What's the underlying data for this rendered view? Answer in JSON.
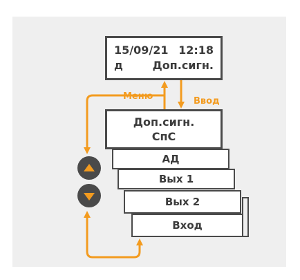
{
  "display": {
    "date": "15/09/21",
    "time": "12:18",
    "mode": "д",
    "screen": "Доп.сигн."
  },
  "labels": {
    "menu": "Меню",
    "enter": "Ввод"
  },
  "menu_items": {
    "main_line1": "Доп.сигн.",
    "main_line2": "СпС",
    "item2": "АД",
    "item3": "Вых 1",
    "item4": "Вых 2",
    "item5": "Вход"
  },
  "colors": {
    "accent": "#f39b1f",
    "frame": "#4a4a4a",
    "panel": "#efefef"
  },
  "icons": {
    "up_button": "triangle-up-icon",
    "down_button": "triangle-down-icon"
  }
}
